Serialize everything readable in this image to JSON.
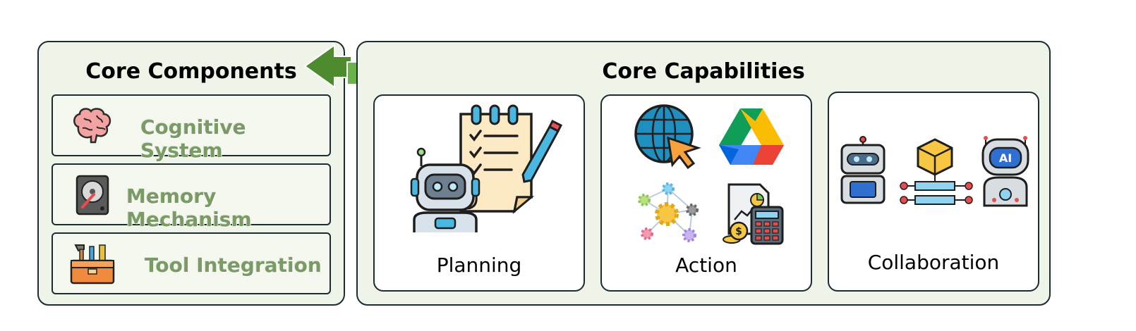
{
  "left_panel": {
    "title": "Core Components",
    "items": [
      {
        "label": "Cognitive System",
        "icon": "brain-icon"
      },
      {
        "label": "Memory Mechanism",
        "icon": "hard-drive-icon"
      },
      {
        "label": "Tool Integration",
        "icon": "toolbox-icon"
      }
    ]
  },
  "right_panel": {
    "title": "Core Capabilities",
    "cards": [
      {
        "label": "Planning",
        "icons": [
          "robot-icon",
          "checklist-icon",
          "pencil-icon"
        ]
      },
      {
        "label": "Action",
        "icons": [
          "globe-cursor-icon",
          "drive-icon",
          "gear-network-icon",
          "calculator-report-icon"
        ]
      },
      {
        "label": "Collaboration",
        "icons": [
          "robot-icon",
          "cube-flow-icon",
          "ai-robot-icon"
        ]
      }
    ]
  },
  "colors": {
    "panel_bg": "#eef4e7",
    "border": "#1d2b33",
    "label_green": "#7a9a66",
    "arrow_green": "#5c9a3a"
  }
}
